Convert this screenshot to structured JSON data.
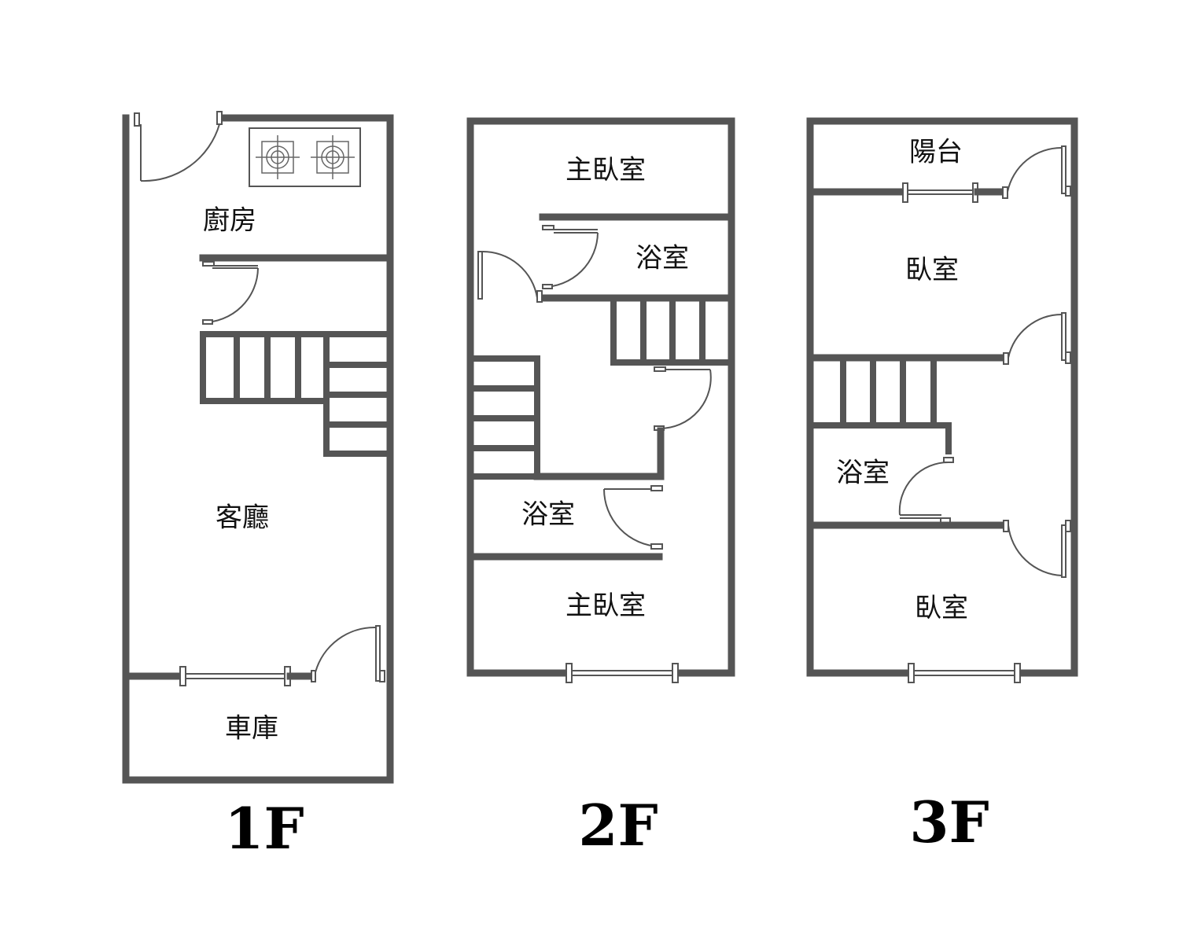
{
  "floors": [
    {
      "label": "1F",
      "rooms": {
        "kitchen": "廚房",
        "living": "客廳",
        "garage": "車庫"
      }
    },
    {
      "label": "2F",
      "rooms": {
        "master_top": "主臥室",
        "bath_top": "浴室",
        "bath_bottom": "浴室",
        "master_bottom": "主臥室"
      }
    },
    {
      "label": "3F",
      "rooms": {
        "balcony": "陽台",
        "bedroom_top": "臥室",
        "bath": "浴室",
        "bedroom_bottom": "臥室"
      }
    }
  ],
  "icons": [
    "stove-burner-icon",
    "door-swing-icon",
    "window-icon",
    "staircase-icon"
  ],
  "colors": {
    "wall": "#555555",
    "text": "#111111",
    "background": "#ffffff"
  }
}
